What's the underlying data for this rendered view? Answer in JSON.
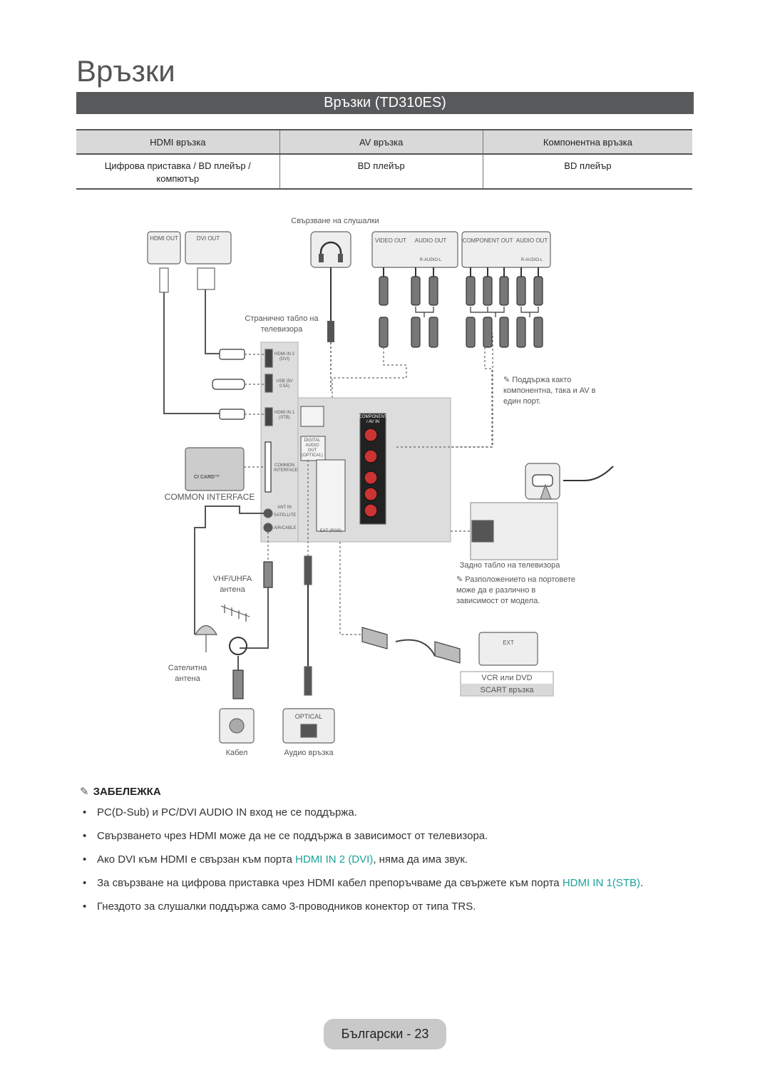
{
  "page": {
    "title": "Връзки",
    "section_title": "Връзки (TD310ES)",
    "page_number": "Български - 23"
  },
  "table": {
    "headers": [
      "HDMI връзка",
      "AV връзка",
      "Компонентна връзка"
    ],
    "row": [
      "Цифрова приставка / BD плейър / компютър",
      "BD плейър",
      "BD плейър"
    ]
  },
  "diagram": {
    "ports": {
      "hdmi_out": "HDMI OUT",
      "dvi_out": "DVI OUT",
      "video_out": "VIDEO OUT",
      "audio_out": "AUDIO OUT",
      "component_out": "COMPONENT OUT",
      "audio_out2": "AUDIO OUT",
      "r_audio_l": "R-AUDIO-L",
      "r_audio_l2": "R-AUDIO-L",
      "hdmi_in2": "HDMI IN 2 (DVI)",
      "usb": "USB (5V 0.5A)",
      "hdmi_in1": "HDMI IN 1 (STB)",
      "common_interface_port": "COMMON INTERFACE",
      "ant_in": "ANT IN",
      "satellite": "SATELLITE",
      "air_cable": "AIR/CABLE",
      "digital_audio_out": "DIGITAL AUDIO OUT (OPTICAL)",
      "component_av_in": "COMPONENT / AV IN",
      "ext_rgb": "EXT (RGB)",
      "ext": "EXT",
      "optical": "OPTICAL",
      "ci_card": "CI CARD™"
    },
    "labels": {
      "headphones": "Свързване на слушалки",
      "side_panel": "Странично табло на телевизора",
      "component_note": "Поддържа както компонентна, така и AV в един порт.",
      "common_interface": "COMMON INTERFACE",
      "vhf_uhf": "VHF/UHFA антена",
      "satellite_antenna": "Сателитна антена",
      "rear_panel": "Задно табло на телевизора",
      "location_note": "Разположението на портовете може да е различно в зависимост от модела.",
      "vcr_dvd": "VCR или DVD",
      "scart": "SCART връзка",
      "cable": "Кабел",
      "audio_link": "Аудио връзка"
    }
  },
  "notes": {
    "heading": "ЗАБЕЛЕЖКА",
    "items": [
      {
        "text": "PC(D-Sub) и PC/DVI AUDIO IN вход не се поддържа."
      },
      {
        "text": "Свързването чрез HDMI може да не се поддържа в зависимост от телевизора."
      },
      {
        "pre": "Ако DVI към HDMI е свързан към порта ",
        "hl": "HDMI IN 2 (DVI)",
        "post": ", няма да има звук."
      },
      {
        "pre": "За свързване на цифрова приставка чрез HDMI кабел препоръчваме да свържете към порта ",
        "hl": "HDMI IN 1(STB)",
        "post": "."
      },
      {
        "text": "Гнездото за слушалки поддържа само 3-проводников конектор от типа TRS."
      }
    ]
  },
  "colors": {
    "section_bar": "#58595b",
    "highlight": "#1aa39a",
    "table_header": "#d9d9d9"
  }
}
